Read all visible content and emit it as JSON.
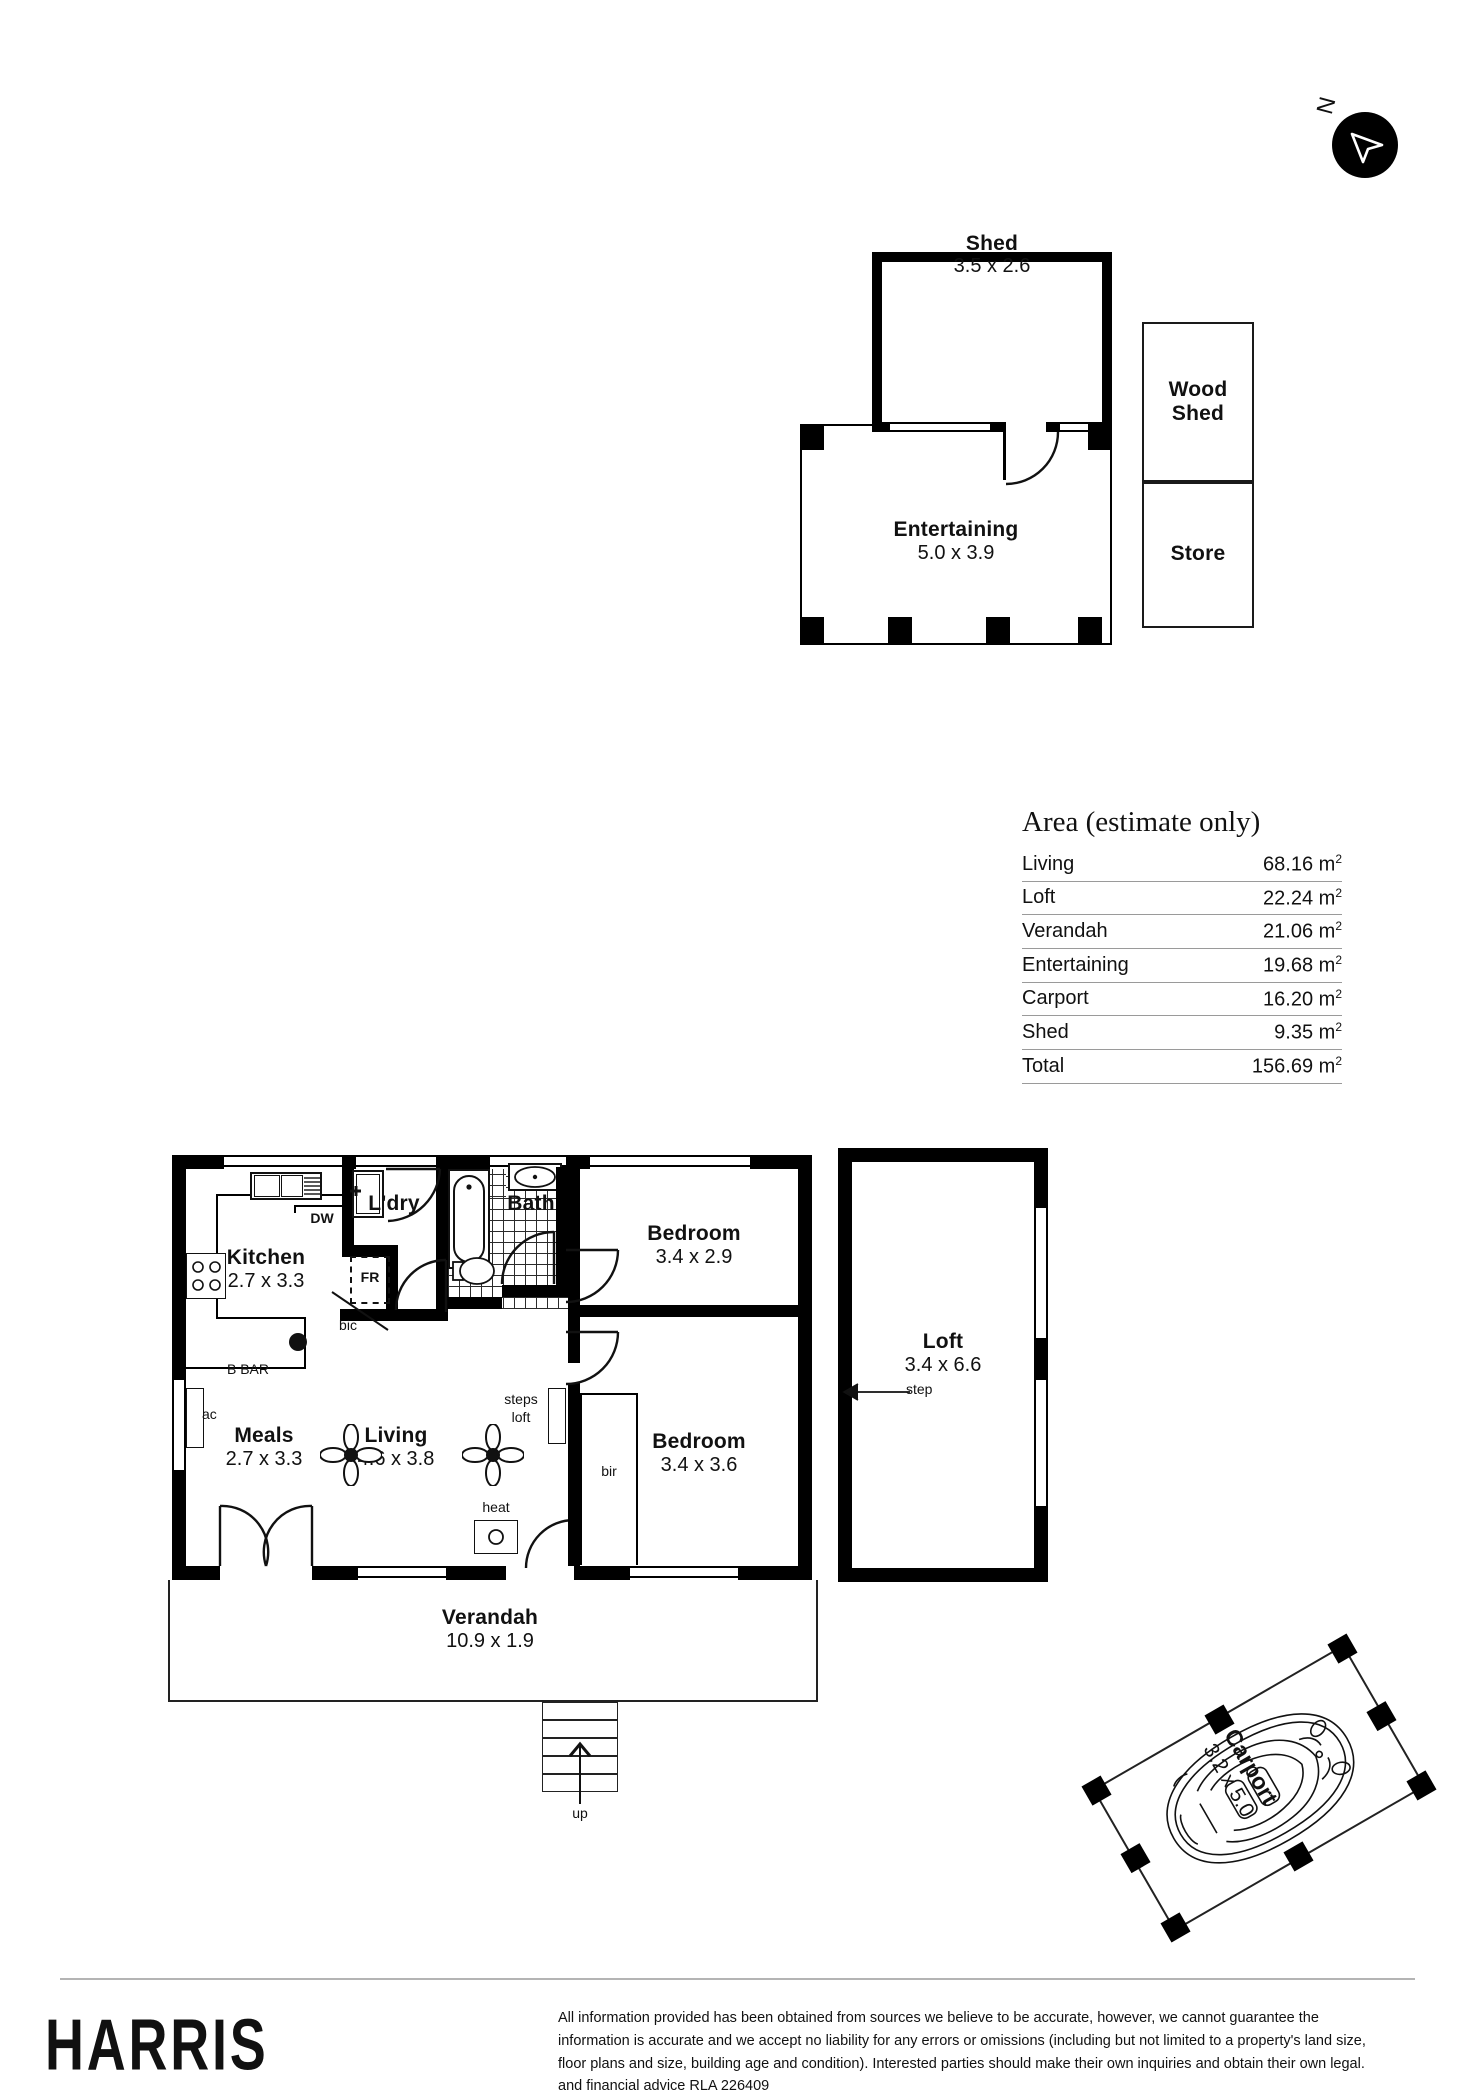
{
  "compass": {
    "label": "N",
    "icon": "north-arrow-icon"
  },
  "outbuildings": {
    "shed": {
      "name": "Shed",
      "dims": "3.5 x 2.6"
    },
    "entertaining": {
      "name": "Entertaining",
      "dims": "5.0 x 3.9"
    },
    "wood_shed": {
      "name_line1": "Wood",
      "name_line2": "Shed"
    },
    "store": {
      "name": "Store"
    }
  },
  "area_table": {
    "title": "Area (estimate only)",
    "unit": "m",
    "unit_sup": "2",
    "rows": [
      {
        "label": "Living",
        "value": "68.16"
      },
      {
        "label": "Loft",
        "value": "22.24"
      },
      {
        "label": "Verandah",
        "value": "21.06"
      },
      {
        "label": "Entertaining",
        "value": "19.68"
      },
      {
        "label": "Carport",
        "value": "16.20"
      },
      {
        "label": "Shed",
        "value": "9.35"
      },
      {
        "label": "Total",
        "value": "156.69"
      }
    ]
  },
  "main_plan": {
    "kitchen": {
      "name": "Kitchen",
      "dims": "2.7 x 3.3"
    },
    "meals": {
      "name": "Meals",
      "dims": "2.7 x 3.3"
    },
    "living": {
      "name": "Living",
      "dims": "4.6 x 3.8"
    },
    "laundry": {
      "name": "L'dry"
    },
    "bath": {
      "name": "Bath"
    },
    "bedroom1": {
      "name": "Bedroom",
      "dims": "3.4 x 2.9"
    },
    "bedroom2": {
      "name": "Bedroom",
      "dims": "3.4 x 3.6"
    },
    "verandah": {
      "name": "Verandah",
      "dims": "10.9 x 1.9"
    },
    "loft": {
      "name": "Loft",
      "dims": "3.4 x 6.6",
      "step_label": "step"
    },
    "annotations": {
      "dishwasher": "DW",
      "fridge": "FR",
      "builtin_cupboard": "bic",
      "breakfast_bar": "B BAR",
      "air_con": "ac",
      "heater": "heat",
      "steps_loft_line1": "steps",
      "steps_loft_line2": "loft",
      "builtin_robe": "bir",
      "stairs_up": "up"
    }
  },
  "carport": {
    "name": "Carport",
    "dims": "3.2 x 5.0"
  },
  "footer": {
    "brand": "HARRIS",
    "disclaimer": "All information provided has been obtained from sources we believe to be accurate, however, we cannot guarantee the information is accurate and we accept no liability for any errors or omissions (including but not limited to a property's land size, floor plans and size, building age and condition). Interested parties should make their own inquiries and obtain their own legal. and financial advice RLA 226409"
  }
}
